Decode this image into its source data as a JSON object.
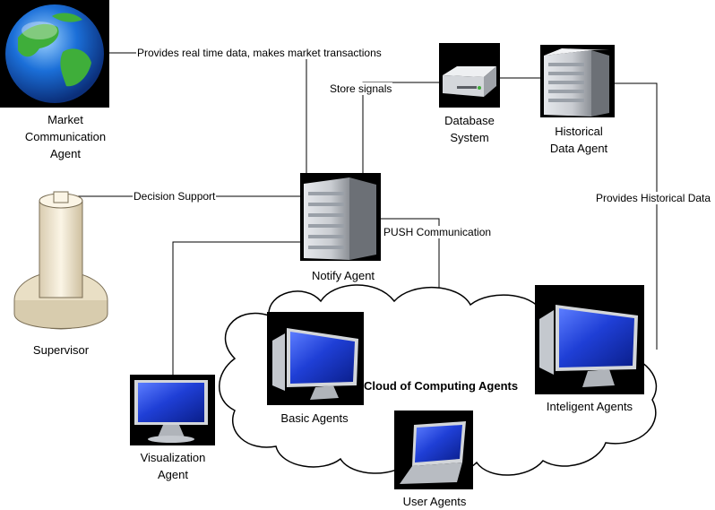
{
  "nodes": {
    "market": {
      "label": "Market\nCommunication\nAgent",
      "icon": "globe-icon"
    },
    "database": {
      "label": "Database\nSystem",
      "icon": "database-drive-icon"
    },
    "historical": {
      "label": "Historical\nData Agent",
      "icon": "server-tower-icon"
    },
    "supervisor": {
      "label": "Supervisor",
      "icon": "supervisor-stand-icon"
    },
    "notify": {
      "label": "Notify Agent",
      "icon": "server-tower-icon"
    },
    "visualization": {
      "label": "Visualization\nAgent",
      "icon": "monitor-icon"
    },
    "basic": {
      "label": "Basic Agents",
      "icon": "monitor-icon"
    },
    "intelligent": {
      "label": "Inteligent Agents",
      "icon": "monitor-icon"
    },
    "user": {
      "label": "User Agents",
      "icon": "laptop-icon"
    }
  },
  "edges": {
    "market_notify": "Provides real time data, makes market transactions",
    "notify_database": "Store signals",
    "historical_cloud": "Provides Historical Data",
    "supervisor_notify": "Decision Support",
    "notify_cloud": "PUSH Communication"
  },
  "cloud": {
    "title": "Cloud of Computing Agents"
  },
  "colors": {
    "line": "#000000",
    "screen_blue": "#1f3fd6",
    "server_gray": "#c9ccd1",
    "globe_blue": "#1b6fd8",
    "globe_green": "#3fae3a"
  }
}
